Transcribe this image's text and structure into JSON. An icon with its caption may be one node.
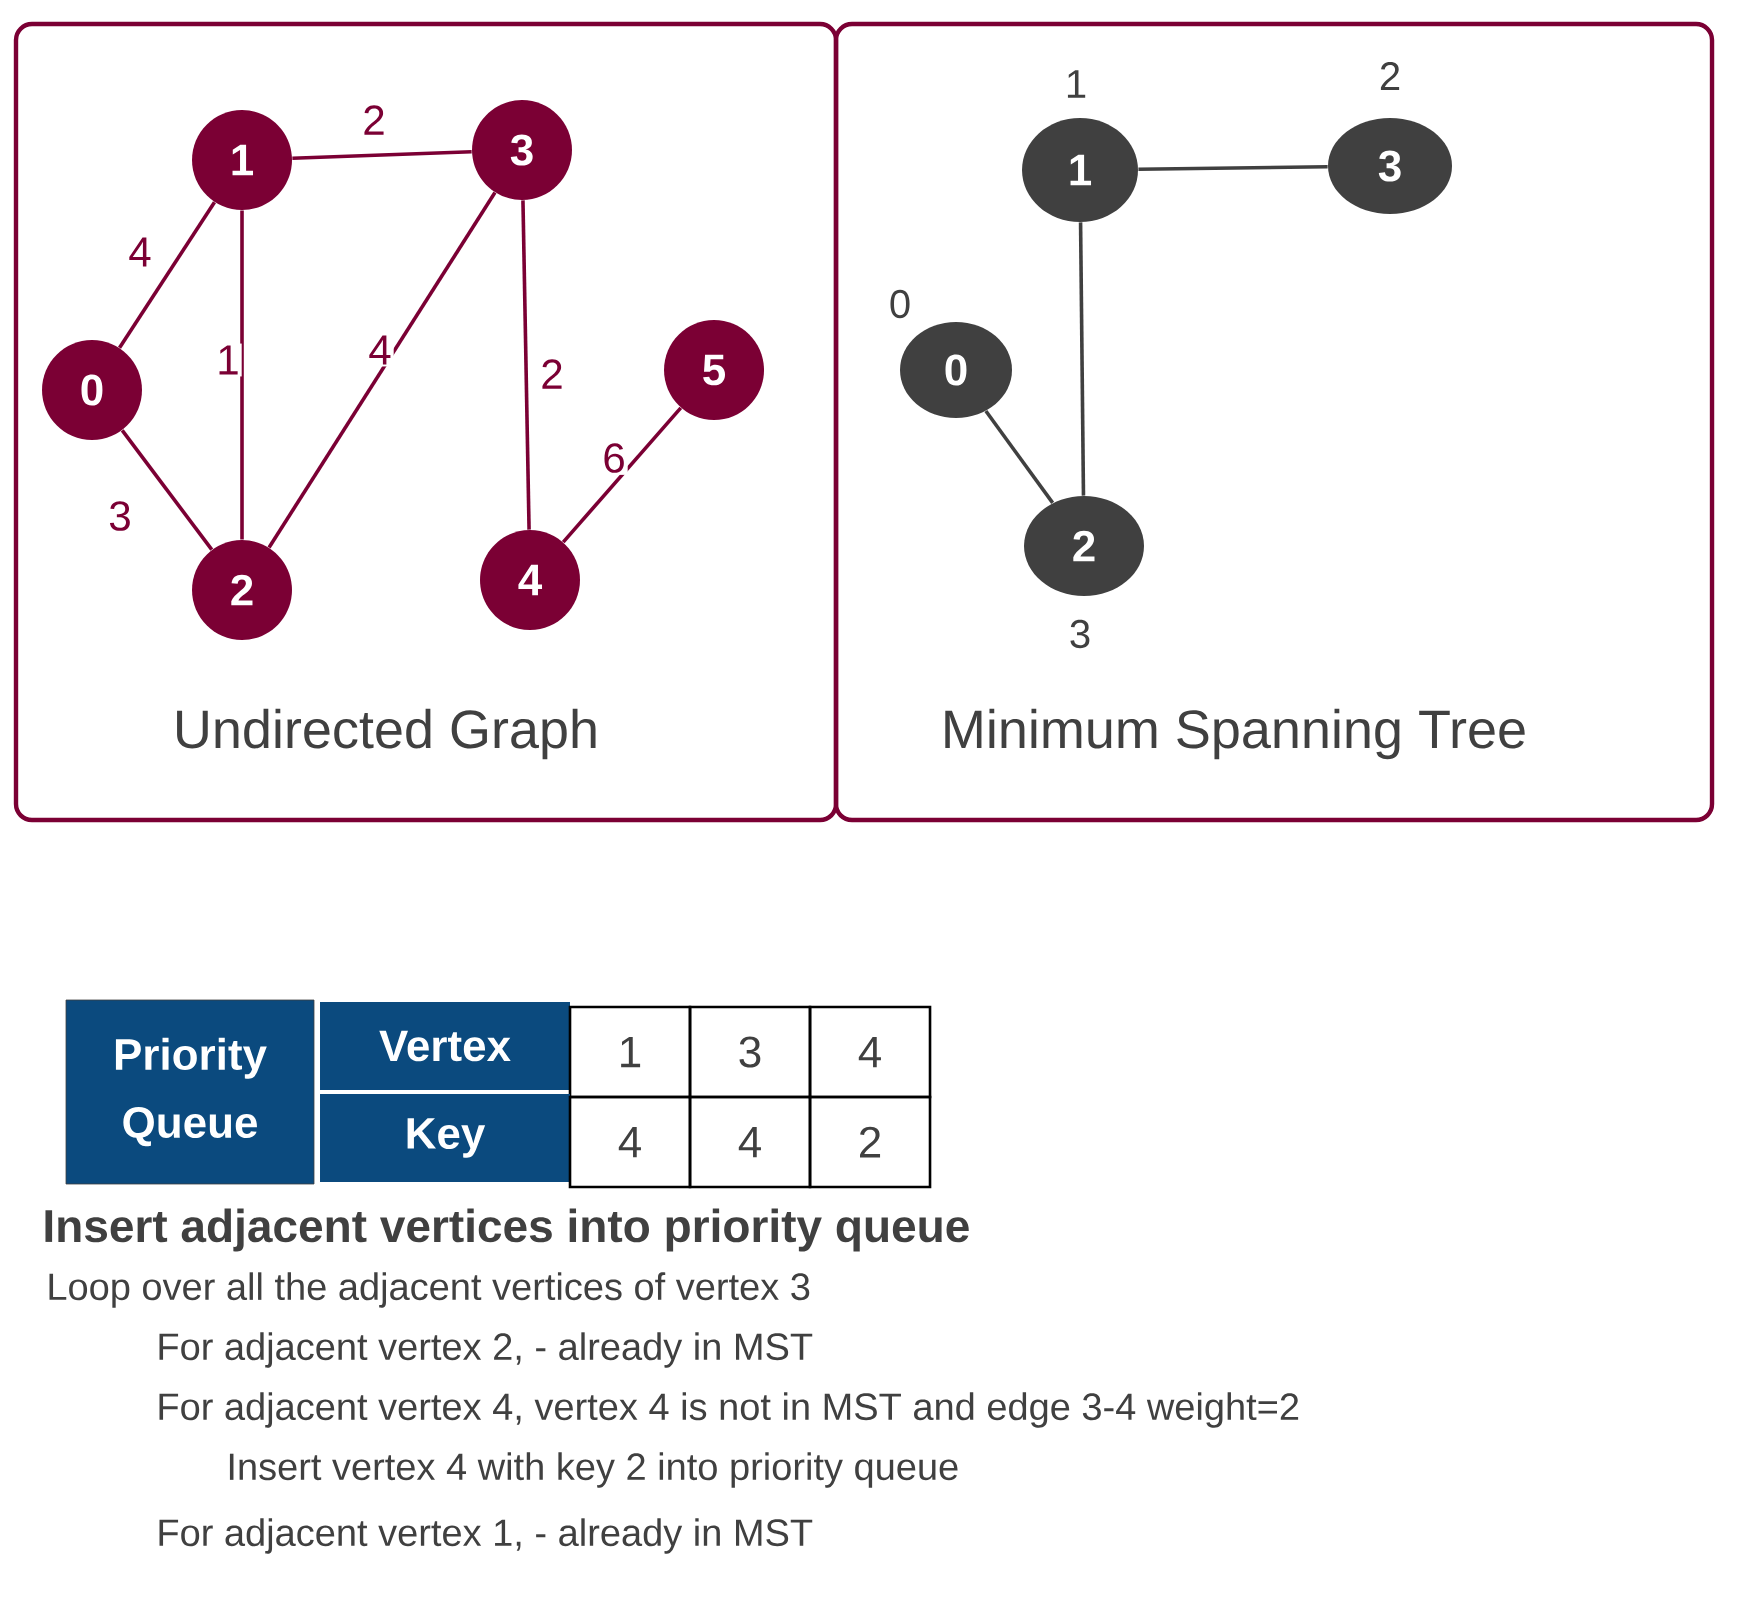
{
  "diagram": {
    "nodes": [
      {
        "text": [
          "Undirected Graph"
        ]
      },
      {
        "text": [
          "Minimum Spanning Tree"
        ]
      },
      {
        "text": [
          "0"
        ],
        "in": 0
      },
      {
        "text": [
          "1"
        ],
        "in": 0
      },
      {
        "text": [
          "2"
        ],
        "in": 0
      },
      {
        "text": [
          "3"
        ],
        "in": 0
      },
      {
        "text": [
          "4"
        ],
        "in": 0
      },
      {
        "text": [
          "5"
        ],
        "in": 0
      },
      {
        "text": [
          "0"
        ],
        "in": 1,
        "beside": [
          "0"
        ]
      },
      {
        "text": [
          "1"
        ],
        "in": 1,
        "beside": [
          "1"
        ]
      },
      {
        "text": [
          "2"
        ],
        "in": 1,
        "beside": [
          "3"
        ]
      },
      {
        "text": [
          "3"
        ],
        "in": 1,
        "beside": [
          "2"
        ]
      }
    ],
    "edges": [
      {
        "from": 3,
        "to": 5,
        "arrow": "none",
        "label": "2"
      },
      {
        "from": 2,
        "to": 3,
        "arrow": "none",
        "label": "4"
      },
      {
        "from": 3,
        "to": 4,
        "arrow": "none",
        "label": "1"
      },
      {
        "from": 5,
        "to": 4,
        "arrow": "none",
        "label": "4"
      },
      {
        "from": 2,
        "to": 4,
        "arrow": "none",
        "label": "3"
      },
      {
        "from": 5,
        "to": 6,
        "arrow": "none",
        "label": "2"
      },
      {
        "from": 6,
        "to": 7,
        "arrow": "none",
        "label": "6"
      },
      {
        "from": 9,
        "to": 11,
        "arrow": "none",
        "color": "#404040"
      },
      {
        "from": 9,
        "to": 10,
        "arrow": "none",
        "color": "#404040"
      },
      {
        "from": 8,
        "to": 10,
        "arrow": "none",
        "color": "#404040"
      }
    ],
    "labels": [
      "Priority Queue",
      "Vertex",
      "1",
      "3",
      "4",
      "Key",
      "4",
      "4",
      "2",
      "Insert adjacent vertices into priority queue",
      "Loop over all the adjacent vertices of vertex 3",
      "For adjacent vertex 2, - already in MST",
      "For adjacent vertex 4, vertex 4 is not in MST and edge 3-4 weight=2",
      "Insert vertex 4 with key 2 into priority queue",
      "For adjacent vertex 1, - already in MST"
    ]
  }
}
